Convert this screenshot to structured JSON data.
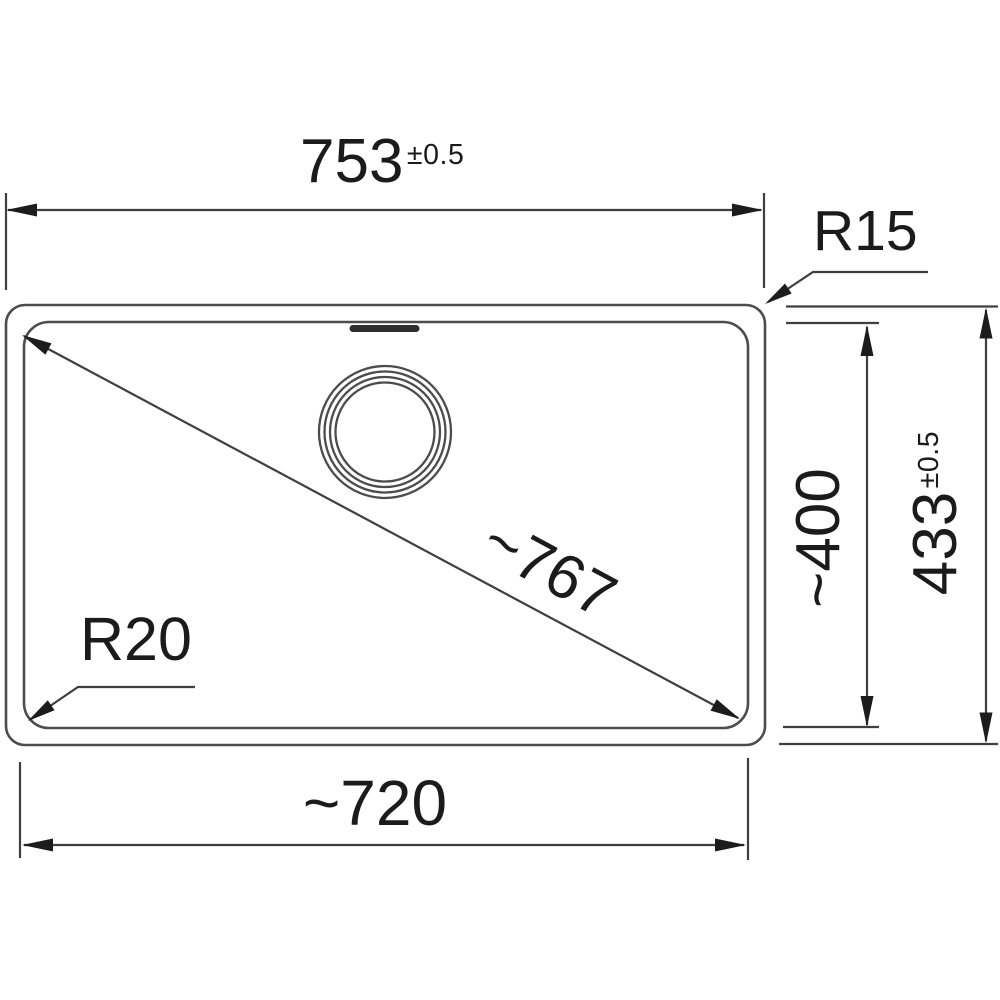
{
  "diagram": {
    "type": "technical-dimension-drawing",
    "colors": {
      "background": "#ffffff",
      "outline_stroke": "#4c4c4c",
      "dimension_stroke": "#3f3f3f",
      "arrow_fill": "#1c1c1c",
      "text": "#1b1b1b"
    },
    "dimensions": {
      "top_width": {
        "value": "753",
        "tolerance": "±0.5"
      },
      "outer_height": {
        "value": "433",
        "tolerance": "±0.5"
      },
      "inner_height": {
        "value": "~400"
      },
      "inner_width": {
        "value": "~720"
      },
      "diagonal": {
        "value": "~767"
      },
      "outer_corner_radius": {
        "label": "R15"
      },
      "inner_corner_radius": {
        "label": "R20"
      }
    }
  }
}
